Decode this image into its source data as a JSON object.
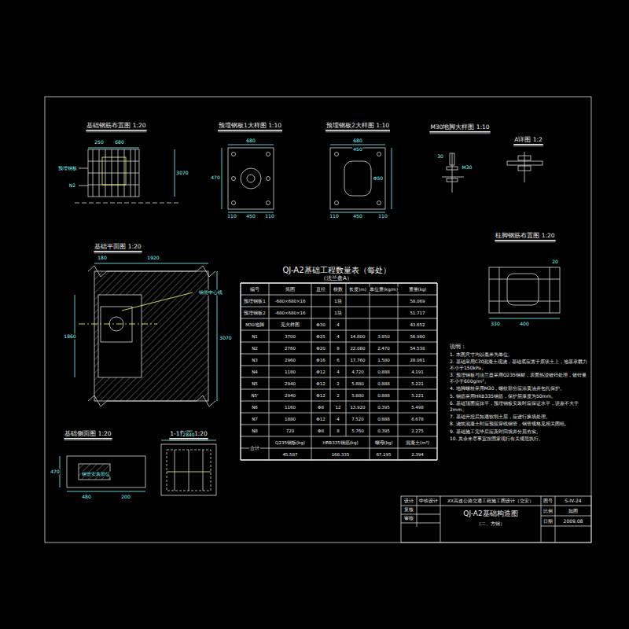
{
  "diagram": {
    "labels": [
      "基础钢筋布置图 1:20",
      "预埋钢板1大样图 1:10",
      "预埋钢板2大样图 1:10",
      "M30地脚大样图 1:10",
      "A详图 1:2",
      "柱脚钢筋布置图 1:20",
      "基础平面图 1:20",
      "基础侧面图 1:20",
      "1-1剖面 1:20",
      "QJ-A2基础工程数量表（每处）",
      "（法兰盘A）",
      "250",
      "680",
      "预埋钢板",
      "N2",
      "3070",
      "680",
      "470",
      "110",
      "450",
      "110",
      "680",
      "450",
      "Φ50",
      "110",
      "450",
      "110",
      "30",
      "M30",
      "180",
      "1920",
      "1860",
      "3070",
      "钢管中心线",
      "480",
      "200",
      "470",
      "钢管安装部位",
      "2840",
      "330",
      "400",
      "20",
      "编号",
      "简图",
      "直径",
      "根数",
      "长度(m)",
      "单位重(kg/m)",
      "重量(kg)",
      "预埋钢板1",
      "-680×680×16",
      "1块",
      "58.069",
      "预埋钢板2",
      "-680×680×16",
      "1块",
      "51.717",
      "M30地脚",
      "见大样图",
      "Φ30",
      "4",
      "43.652",
      "N1",
      "3700",
      "Φ25",
      "4",
      "14.800",
      "3.850",
      "56.980",
      "N2",
      "2760",
      "Φ20",
      "8",
      "22.080",
      "2.470",
      "54.538",
      "N3",
      "2960",
      "Φ16",
      "6",
      "17.760",
      "1.580",
      "28.061",
      "N4",
      "1180",
      "Φ12",
      "4",
      "4.720",
      "0.888",
      "4.191",
      "N5",
      "2940",
      "Φ12",
      "2",
      "5.880",
      "0.888",
      "5.221",
      "N5'",
      "2940",
      "Φ12",
      "2",
      "5.880",
      "0.888",
      "5.221",
      "N6",
      "1160",
      "Φ8",
      "12",
      "13.920",
      "0.395",
      "5.498",
      "N7",
      "1880",
      "Φ12",
      "4",
      "7.520",
      "0.888",
      "6.678",
      "N8",
      "720",
      "Φ8",
      "8",
      "5.760",
      "0.395",
      "2.275",
      "合计",
      "Q235钢板(kg)",
      "HRB335钢筋(kg)",
      "螺母(kg)",
      "混凝土(m³)",
      "45.587",
      "168.335",
      "67.195",
      "2.394",
      "说明：",
      "1. 本图尺寸均以毫米为单位。",
      "2. 基础采用C30混凝土现浇，基础底应置于原状土上，地基承载力不小于150kPa。",
      "3. 预埋钢板与法兰盘采用Q235钢材，表面热浸镀锌处理，镀锌量不小于600g/m²。",
      "4. 地脚螺栓采用M30，螺纹部分应涂黄油并包扎保护。",
      "5. 钢筋采用HRB335钢筋，保护层厚度为50mm。",
      "6. 基础顶面应抹平，预埋钢板安装时应保证水平，误差不大于2mm。",
      "7. 基础开挖后如遇软弱土层，应进行换填处理。",
      "8. 浇筑混凝土时应预留穿线钢管，钢管规格见相关图纸。",
      "9. 基础施工完毕后应及时回填并分层夯实。",
      "10. 其余未尽事宜按国家现行有关规范执行。",
      "设计",
      "复核",
      "审核",
      "中铁设计",
      "XX高速公路交通工程施工图设计（交安）",
      "QJ-A2基础构造图",
      "（二、方钢）",
      "图号",
      "S-IV-24",
      "比例",
      "如图",
      "日期",
      "2009.08"
    ]
  }
}
